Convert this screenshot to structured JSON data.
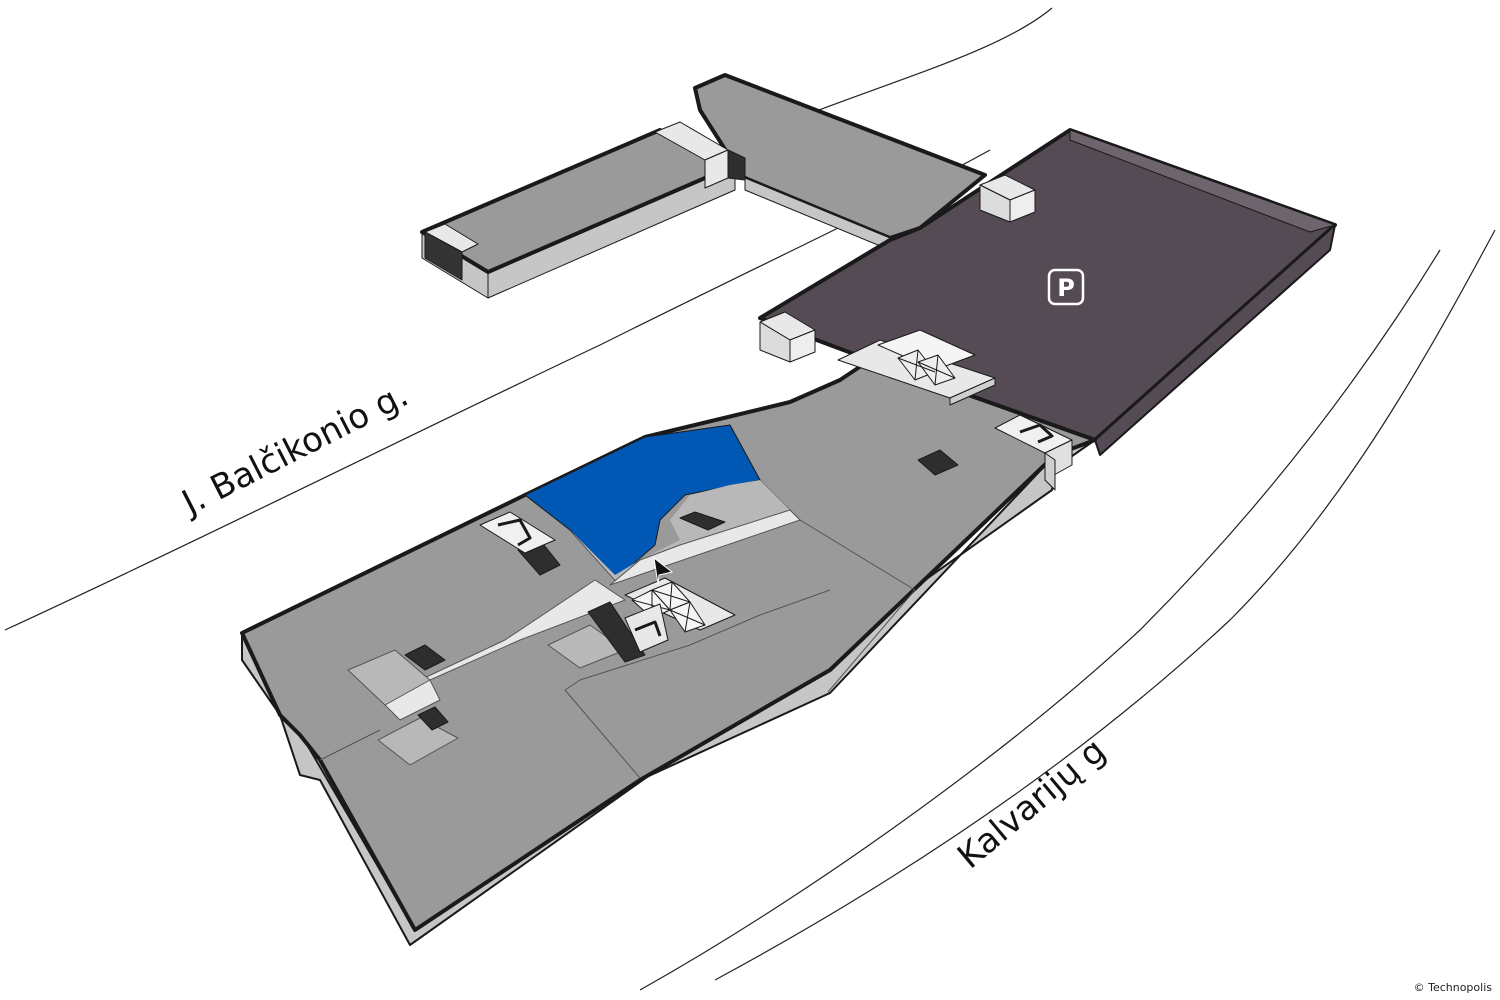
{
  "streets": {
    "north": "J. Balčikonio g.",
    "south": "Kalvarijų g"
  },
  "parking": {
    "symbol": "P"
  },
  "copyright": "© Technopolis",
  "colors": {
    "floor": "#9a9a9a",
    "wall_side": "#c6c6c6",
    "outline": "#1a1a1a",
    "parking_floor": "#554b55",
    "highlight": "#0058b4",
    "corridor": "#e8e8e8",
    "dark_core": "#2e2e2e"
  },
  "icons": [
    "parking-icon",
    "you-are-here-marker-icon",
    "elevator-icon",
    "staircase-icon"
  ]
}
